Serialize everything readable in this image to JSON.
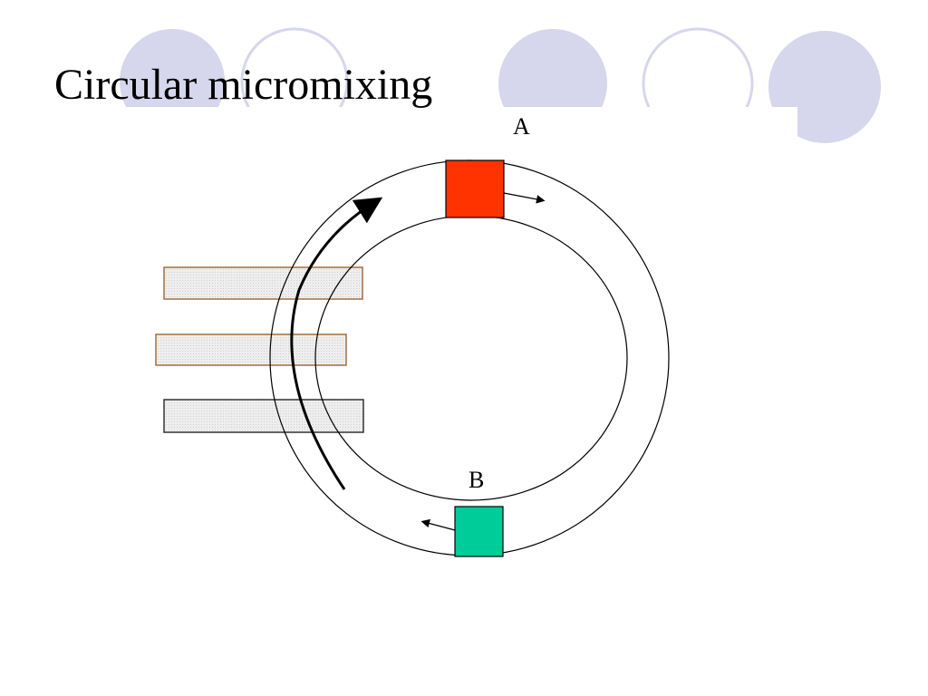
{
  "slide": {
    "title": "Circular micromixing"
  },
  "diagram": {
    "label_a": "A",
    "label_b": "B",
    "colors": {
      "decor_circle": "#d6d6ec",
      "block_a": "#ff3300",
      "block_b": "#00cc99",
      "channel_fill": "#e8e8e8",
      "channel_border_brown": "#a0703f",
      "channel_border_dark": "#333333"
    }
  }
}
